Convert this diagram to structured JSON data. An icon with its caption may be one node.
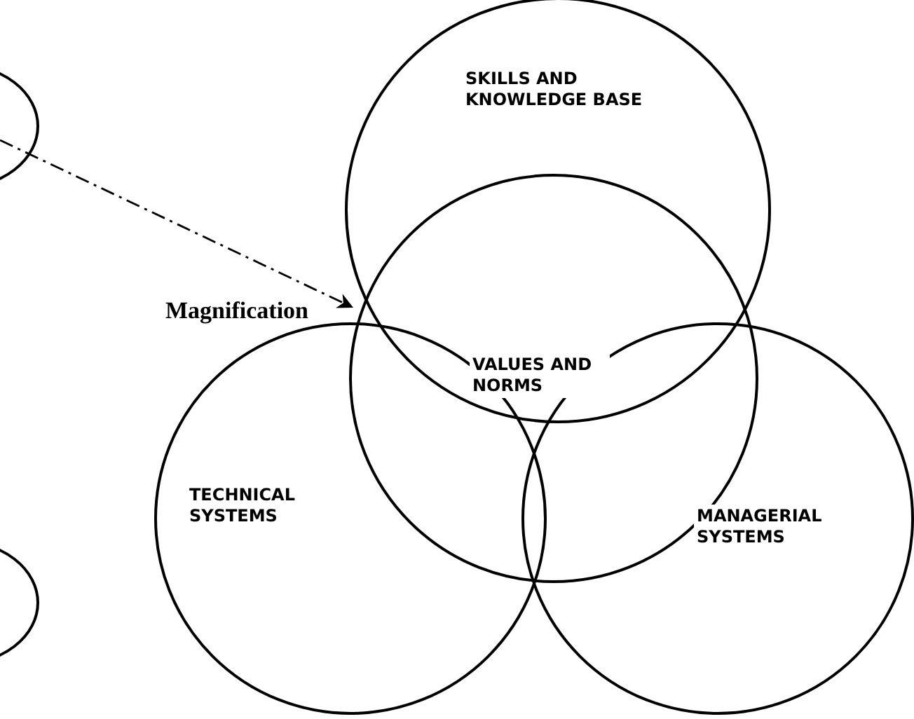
{
  "diagram": {
    "nodes": [
      {
        "text": [],
        "shape": "ellipse"
      },
      {
        "text": [],
        "shape": "ellipse"
      },
      {
        "text": [
          "SKILLS AND KNOWLEDGE BASE"
        ]
      },
      {
        "text": [
          "VALUES AND NORMS"
        ]
      },
      {
        "text": [
          "TECHNICAL SYSTEMS"
        ]
      },
      {
        "text": [
          "MANAGERIAL SYSTEMS"
        ]
      }
    ],
    "edges": [
      {
        "from": 0,
        "to": 3,
        "arrow": "to",
        "style": "dashed",
        "label": "Magnification"
      }
    ]
  }
}
